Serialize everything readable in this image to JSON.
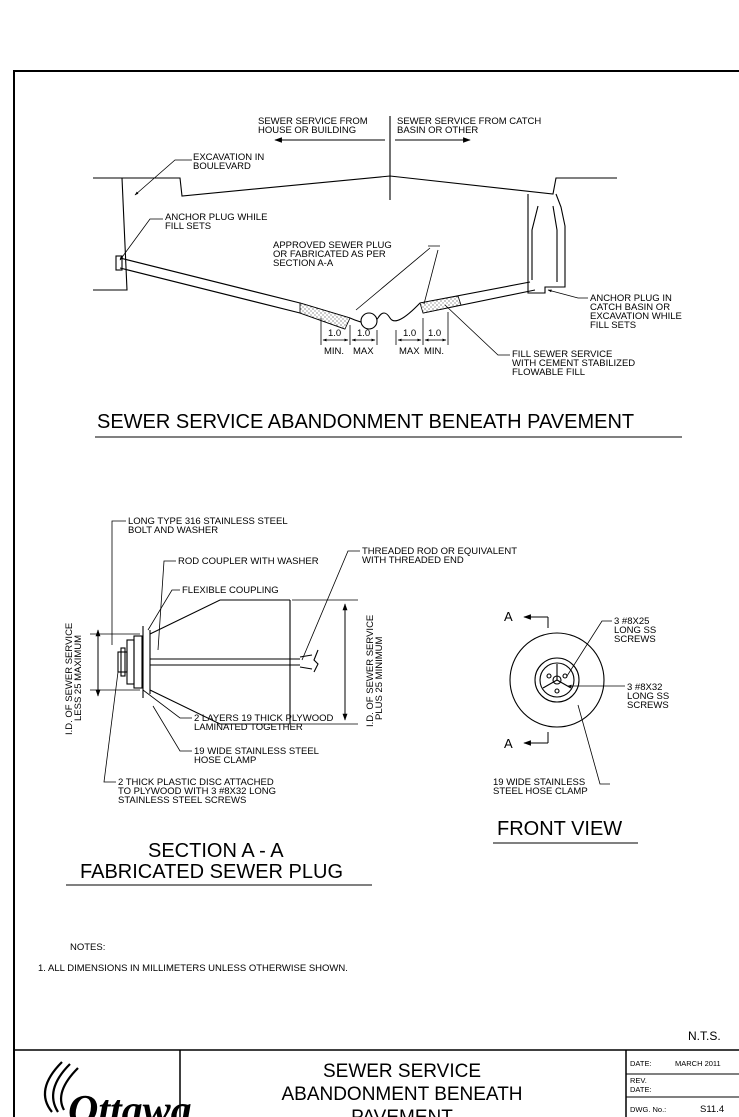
{
  "top_view": {
    "label_house_1": "SEWER SERVICE FROM",
    "label_house_2": "HOUSE OR BUILDING",
    "label_catch_1": "SEWER SERVICE FROM CATCH",
    "label_catch_2": "BASIN OR OTHER",
    "label_excavation_1": "EXCAVATION IN",
    "label_excavation_2": "BOULEVARD",
    "label_anchor_1": "ANCHOR PLUG WHILE",
    "label_anchor_2": "FILL SETS",
    "label_plug_1": "APPROVED SEWER PLUG",
    "label_plug_2": "OR FABRICATED AS PER",
    "label_plug_3": "SECTION A-A",
    "label_anchor_cb_1": "ANCHOR PLUG IN",
    "label_anchor_cb_2": "CATCH BASIN OR",
    "label_anchor_cb_3": "EXCAVATION WHILE",
    "label_anchor_cb_4": "FILL SETS",
    "label_fill_1": "FILL SEWER SERVICE",
    "label_fill_2": "WITH CEMENT STABILIZED",
    "label_fill_3": "FLOWABLE FILL",
    "dims": [
      "1.0",
      "1.0",
      "1.0",
      "1.0"
    ],
    "dim_min": "MIN.",
    "dim_max": "MAX",
    "title": "SEWER SERVICE ABANDONMENT BENEATH PAVEMENT"
  },
  "section": {
    "label_bolt_1": "LONG TYPE 316 STAINLESS STEEL",
    "label_bolt_2": "BOLT AND WASHER",
    "label_rod_coupler": "ROD COUPLER WITH WASHER",
    "label_threaded_1": "THREADED ROD OR EQUIVALENT",
    "label_threaded_2": "WITH THREADED END",
    "label_flex": "FLEXIBLE COUPLING",
    "label_id_less_1": "I.D. OF SEWER SERVICE",
    "label_id_less_2": "LESS 25 MAXIMUM",
    "label_id_plus_1": "I.D. OF SEWER SERVICE",
    "label_id_plus_2": "PLUS 25 MINIMUM",
    "label_plywood_1": "2 LAYERS 19 THICK PLYWOOD",
    "label_plywood_2": "LAMINATED TOGETHER",
    "label_clamp_1": "19 WIDE STAINLESS STEEL",
    "label_clamp_2": "HOSE CLAMP",
    "label_disc_1": "2 THICK PLASTIC DISC ATTACHED",
    "label_disc_2": "TO PLYWOOD WITH 3 #8X32 LONG",
    "label_disc_3": "STAINLESS STEEL SCREWS",
    "title_1": "SECTION A - A",
    "title_2": "FABRICATED SEWER PLUG"
  },
  "front_view": {
    "label_a": "A",
    "label_screw25_1": "3 #8X25",
    "label_screw25_2": "LONG SS",
    "label_screw25_3": "SCREWS",
    "label_screw32_1": "3 #8X32",
    "label_screw32_2": "LONG SS",
    "label_screw32_3": "SCREWS",
    "label_clamp_1": "19 WIDE STAINLESS",
    "label_clamp_2": "STEEL HOSE CLAMP",
    "title": "FRONT VIEW"
  },
  "notes": {
    "heading": "NOTES:",
    "items": [
      "1.  ALL DIMENSIONS IN MILLIMETERS UNLESS OTHERWISE SHOWN."
    ],
    "scale": "N.T.S."
  },
  "title_block": {
    "logo": "Ottawa",
    "title_1": "SEWER SERVICE",
    "title_2": "ABANDONMENT BENEATH",
    "title_3": "PAVEMENT",
    "date_label": "DATE:",
    "date_value": "MARCH 2011",
    "rev_label_1": "REV.",
    "rev_label_2": "DATE:",
    "dwg_label": "DWG. No.:",
    "dwg_value": "S11.4"
  }
}
